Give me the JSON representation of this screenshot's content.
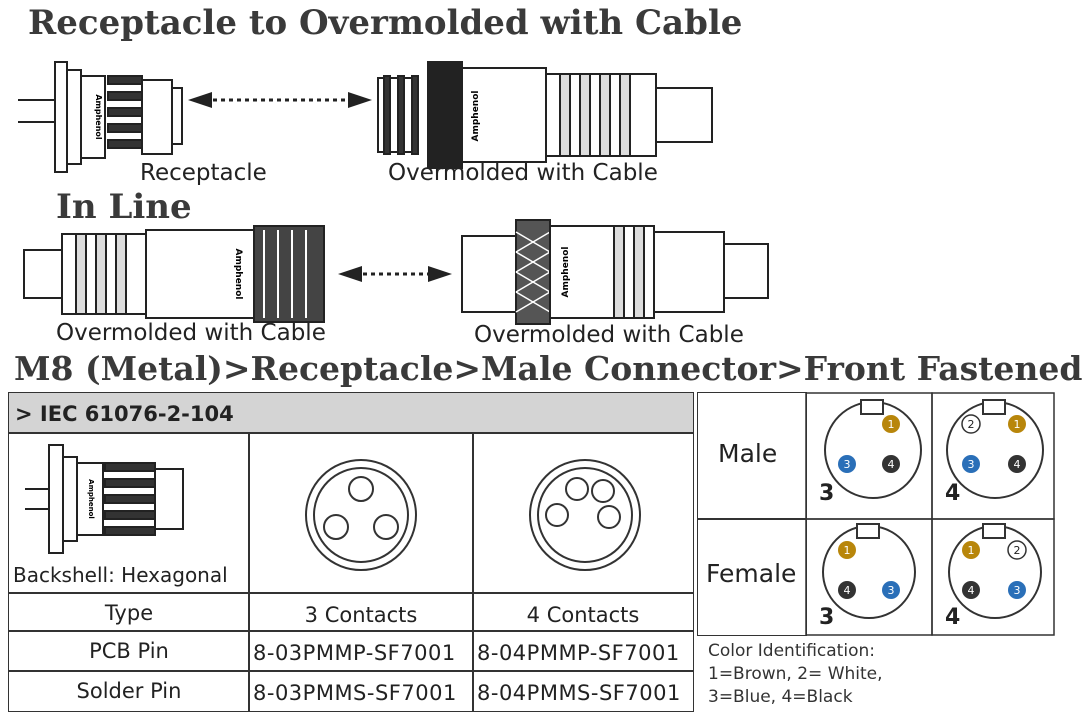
{
  "titles": {
    "section1": "Receptacle to Overmolded with Cable",
    "section2": "In Line",
    "section3": "M8 (Metal)>Receptacle>Male Connector>Front Fastened"
  },
  "captions": {
    "receptacle": "Receptacle",
    "overmolded_1": "Overmolded with Cable",
    "overmolded_2": "Overmolded with Cable",
    "overmolded_3": "Overmolded with Cable"
  },
  "brand_mark": "Amphenol",
  "table": {
    "standard": "> IEC 61076-2-104",
    "backshell": "Backshell: Hexagonal",
    "headers": [
      "Type",
      "3 Contacts",
      "4 Contacts"
    ],
    "rows": [
      {
        "type": "PCB Pin",
        "c3": "8-03PMMP-SF7001",
        "c4": "8-04PMMP-SF7001"
      },
      {
        "type": "Solder Pin",
        "c3": "8-03PMMS-SF7001",
        "c4": "8-04PMMS-SF7001"
      }
    ]
  },
  "pinout": {
    "male_label": "Male",
    "female_label": "Female",
    "count_3": "3",
    "count_4": "4",
    "pins": {
      "p1": "1",
      "p2": "2",
      "p3": "3",
      "p4": "4"
    },
    "colors": {
      "brown": "#b8860b",
      "white": "#ffffff",
      "blue": "#2a6fb8",
      "black": "#333333"
    },
    "color_id": [
      "Color Identification:",
      "1=Brown, 2= White,",
      "3=Blue, 4=Black"
    ]
  }
}
